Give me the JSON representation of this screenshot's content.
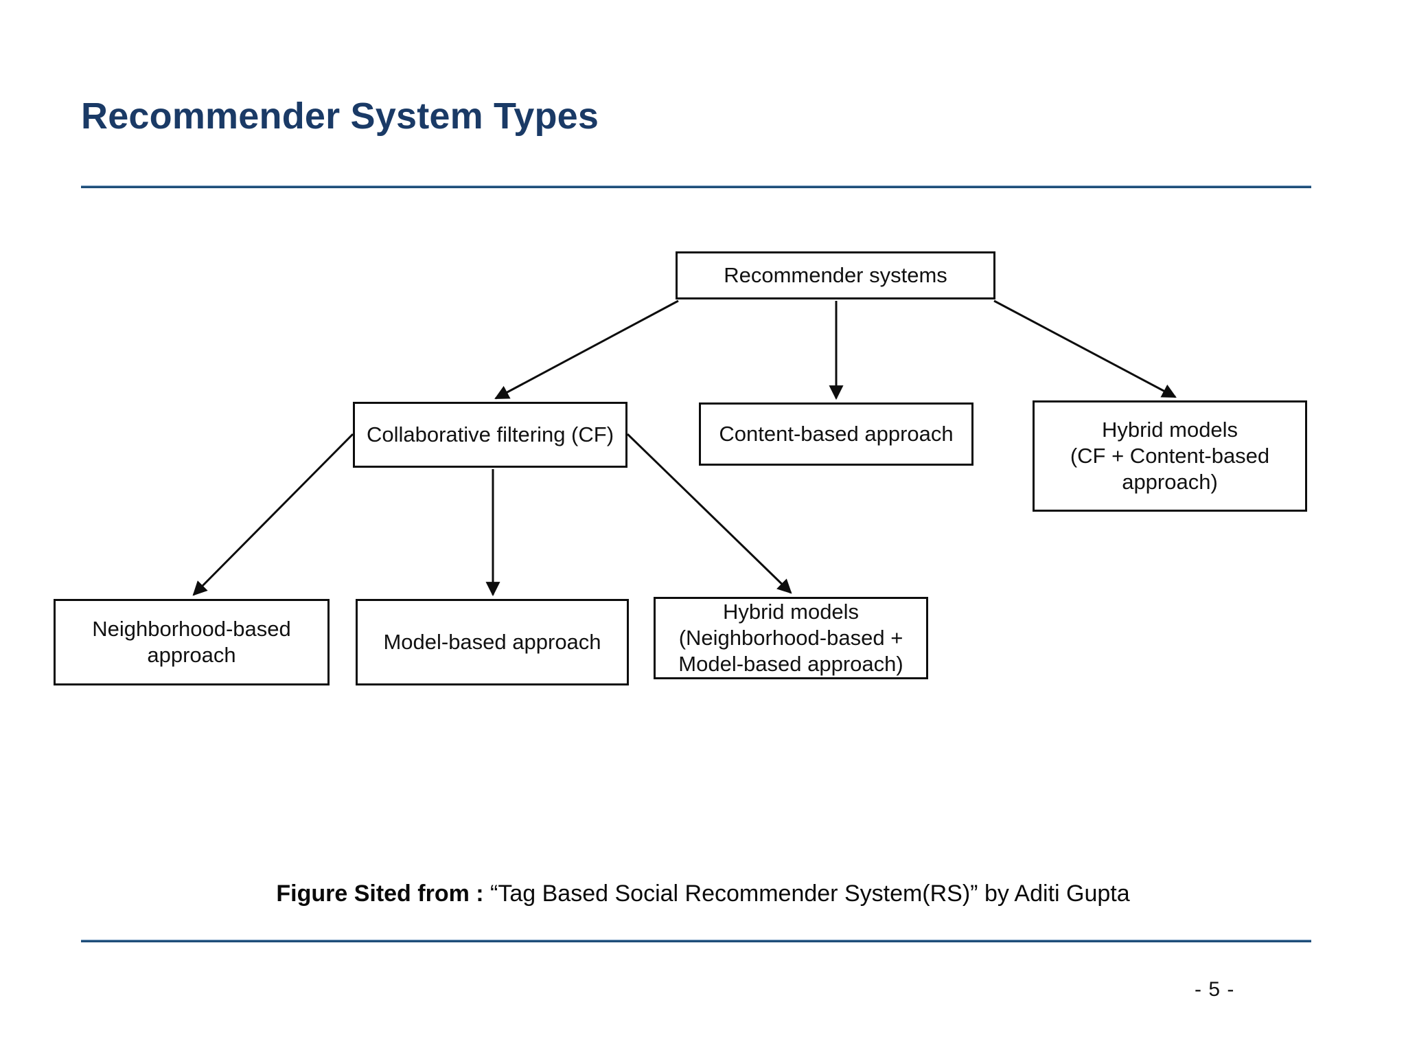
{
  "slide": {
    "title": "Recommender System Types",
    "page_number": "- 5 -",
    "accent_color": "#1f4e79",
    "title_color": "#1a3a66"
  },
  "caption": {
    "bold_prefix": "Figure Sited from :",
    "rest": " “Tag Based Social Recommender System(RS)” by Aditi Gupta"
  },
  "diagram": {
    "type": "tree",
    "nodes": {
      "root": "Recommender systems",
      "cf": "Collaborative filtering (CF)",
      "content": "Content-based approach",
      "hybrid_top_line1": "Hybrid models",
      "hybrid_top_line2": "(CF + Content-based",
      "hybrid_top_line3": "approach)",
      "neighbor_line1": "Neighborhood-based",
      "neighbor_line2": "approach",
      "model": "Model-based approach",
      "hybrid_bot_line1": "Hybrid models",
      "hybrid_bot_line2": "(Neighborhood-based +",
      "hybrid_bot_line3": "Model-based approach)"
    },
    "edges": [
      {
        "from": "root",
        "to": "cf"
      },
      {
        "from": "root",
        "to": "content"
      },
      {
        "from": "root",
        "to": "hybrid_top"
      },
      {
        "from": "cf",
        "to": "neighbor"
      },
      {
        "from": "cf",
        "to": "model"
      },
      {
        "from": "cf",
        "to": "hybrid_bot"
      }
    ],
    "stroke_color": "#0d0d0d"
  }
}
